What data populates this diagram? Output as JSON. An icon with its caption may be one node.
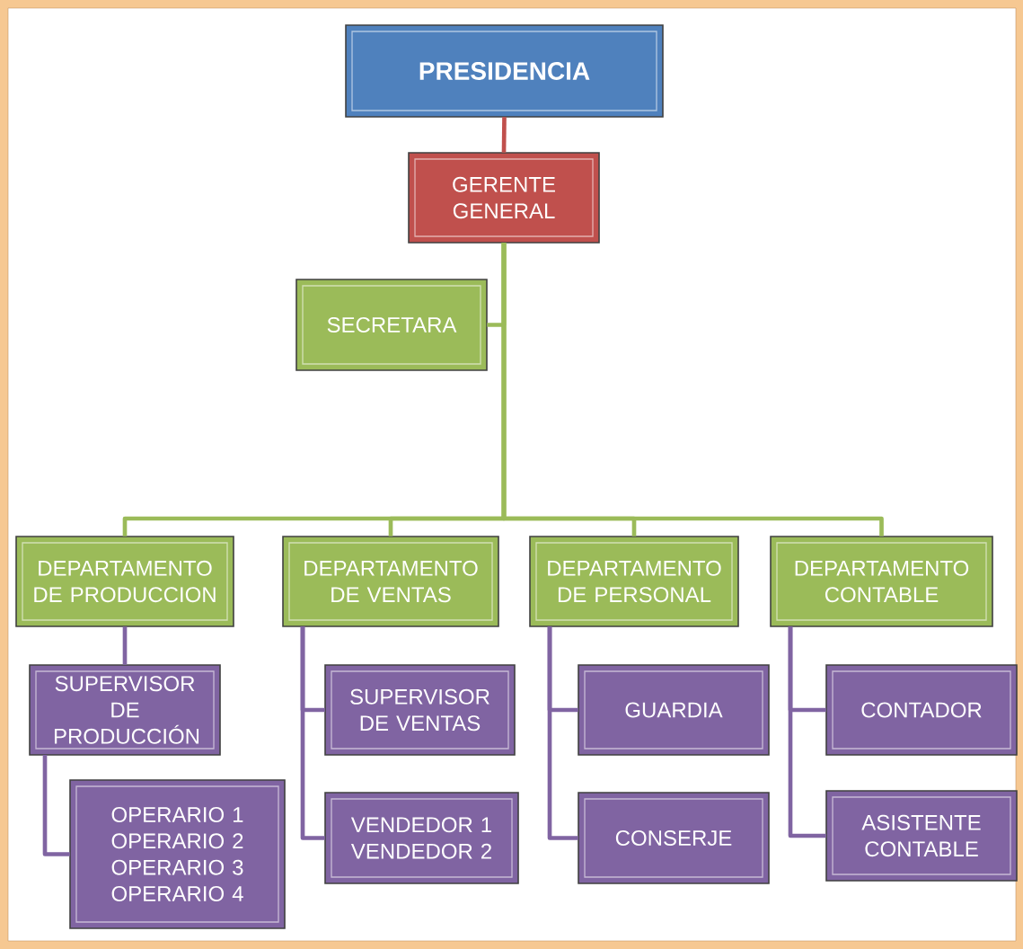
{
  "diagram": {
    "nodes": [
      {
        "text": [
          "PRESIDENCIA"
        ]
      },
      {
        "text": [
          "GERENTE GENERAL"
        ]
      },
      {
        "text": [
          "SECRETARA"
        ]
      },
      {
        "text": [
          "DEPARTAMENTO DE PRODUCCION"
        ]
      },
      {
        "text": [
          "DEPARTAMENTO DE VENTAS"
        ]
      },
      {
        "text": [
          "DEPARTAMENTO DE PERSONAL"
        ]
      },
      {
        "text": [
          "DEPARTAMENTO CONTABLE"
        ]
      },
      {
        "text": [
          "SUPERVISOR DE PRODUCCIÓN"
        ]
      },
      {
        "text": [
          "OPERARIO 1 OPERARIO 2 OPERARIO 3 OPERARIO 4"
        ]
      },
      {
        "text": [
          "SUPERVISOR DE VENTAS"
        ]
      },
      {
        "text": [
          "VENDEDOR 1 VENDEDOR 2"
        ]
      },
      {
        "text": [
          "GUARDIA"
        ]
      },
      {
        "text": [
          "CONSERJE"
        ]
      },
      {
        "text": [
          "CONTADOR"
        ]
      },
      {
        "text": [
          "ASISTENTE CONTABLE"
        ]
      }
    ],
    "edges": [
      {
        "from": 0,
        "to": 1,
        "arrow": "none",
        "color": "#c0504d"
      },
      {
        "from": 1,
        "to": 2,
        "arrow": "none",
        "color": "#9bbb59"
      },
      {
        "from": 1,
        "to": 3,
        "arrow": "none",
        "color": "#9bbb59"
      },
      {
        "from": 1,
        "to": 4,
        "arrow": "none",
        "color": "#9bbb59"
      },
      {
        "from": 1,
        "to": 5,
        "arrow": "none",
        "color": "#9bbb59"
      },
      {
        "from": 1,
        "to": 6,
        "arrow": "none",
        "color": "#9bbb59"
      },
      {
        "from": 3,
        "to": 7,
        "arrow": "none"
      },
      {
        "from": 7,
        "to": 8,
        "arrow": "none"
      },
      {
        "from": 4,
        "to": 9,
        "arrow": "none"
      },
      {
        "from": 4,
        "to": 10,
        "arrow": "none"
      },
      {
        "from": 5,
        "to": 11,
        "arrow": "none"
      },
      {
        "from": 5,
        "to": 12,
        "arrow": "none"
      },
      {
        "from": 6,
        "to": 13,
        "arrow": "none"
      },
      {
        "from": 6,
        "to": 14,
        "arrow": "none"
      }
    ]
  }
}
